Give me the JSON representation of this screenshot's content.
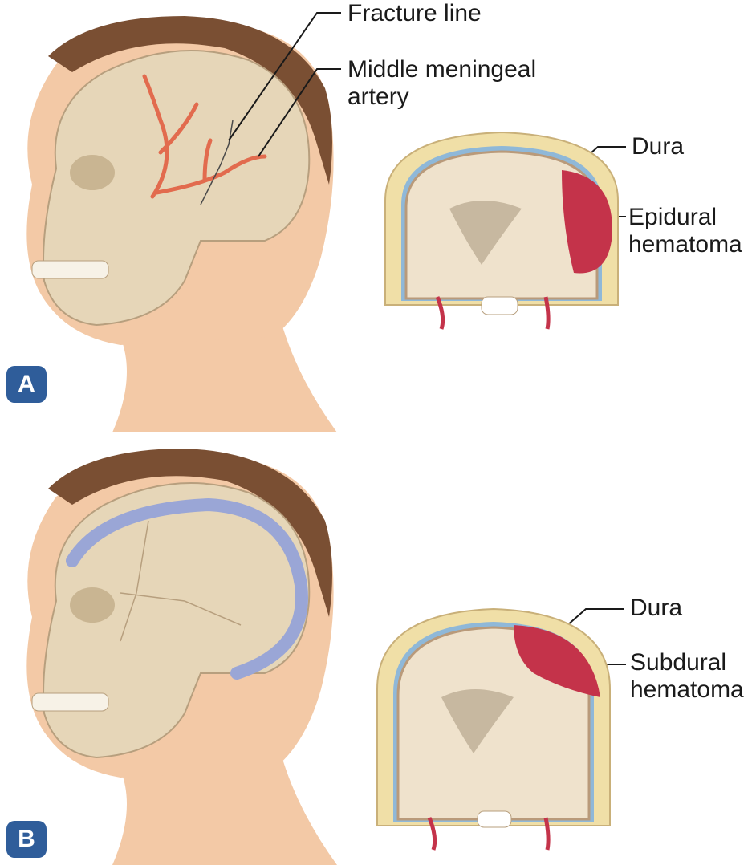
{
  "panel_a": {
    "badge": "A",
    "labels": {
      "fracture_line": "Fracture line",
      "middle_meningeal_artery": "Middle meningeal\nartery",
      "dura": "Dura",
      "epidural_hematoma": "Epidural\nhematoma"
    }
  },
  "panel_b": {
    "badge": "B",
    "labels": {
      "dura": "Dura",
      "subdural_hematoma": "Subdural\nhematoma"
    }
  },
  "colors": {
    "skin": "#f3c9a6",
    "hair": "#7a4f33",
    "bone": "#e6d6b8",
    "dura": "#8fb8d8",
    "hematoma": "#c4334a",
    "artery": "#e26b4e",
    "subdural_band": "#9aa6d6",
    "badge": "#2f5d9a"
  }
}
